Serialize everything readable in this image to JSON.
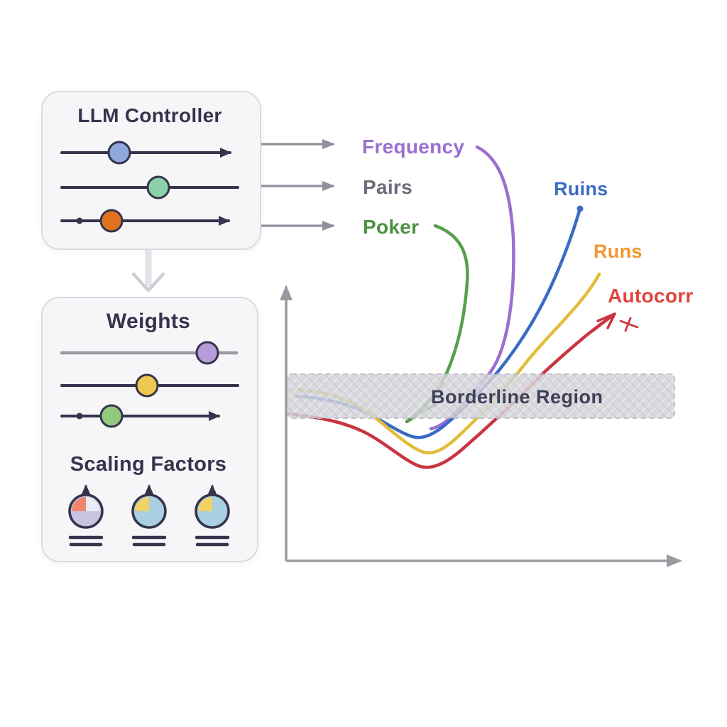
{
  "controller_box": {
    "title": "LLM Controller",
    "sliders": [
      {
        "knob_color": "#8fa8dc"
      },
      {
        "knob_color": "#8ed0a8"
      },
      {
        "knob_color": "#e0711f"
      }
    ]
  },
  "weights_box": {
    "title": "Weights",
    "scaling_title": "Scaling Factors",
    "sliders": [
      {
        "knob_color": "#b79bd8"
      },
      {
        "knob_color": "#ecc84e"
      },
      {
        "knob_color": "#92c97e"
      }
    ],
    "gauges": [
      {
        "body_color": "#c6c4e0",
        "wedge_color": "#f0876c",
        "corner_color": "#e9ecf4"
      },
      {
        "body_color": "#a9cfe0",
        "wedge_color": "#f2d264"
      },
      {
        "body_color": "#a9cfe0",
        "wedge_color": "#f2d264"
      }
    ]
  },
  "test_labels": [
    {
      "text": "Frequency",
      "color": "#9b6fd0"
    },
    {
      "text": "Pairs",
      "color": "#6b6b7c"
    },
    {
      "text": "Poker",
      "color": "#4a9340"
    }
  ],
  "curve_labels": [
    {
      "text": "Ruins",
      "color": "#3a6bc4"
    },
    {
      "text": "Runs",
      "color": "#f5952e"
    },
    {
      "text": "Autocorr",
      "color": "#e0443c"
    }
  ],
  "chart": {
    "band_label": "Borderline Region",
    "curves": [
      {
        "name": "frequency",
        "color": "#9b6fd0"
      },
      {
        "name": "poker",
        "color": "#55a04a"
      },
      {
        "name": "ruins",
        "color": "#3a6bc4"
      },
      {
        "name": "runs",
        "color": "#e3bd3a"
      },
      {
        "name": "autocorr",
        "color": "#c9353f"
      }
    ]
  },
  "colors": {
    "accent_dark": "#34344c",
    "axis": "#9a9aa3",
    "connector": "#8f8f9c",
    "band_fill": "#d3d3d9"
  }
}
